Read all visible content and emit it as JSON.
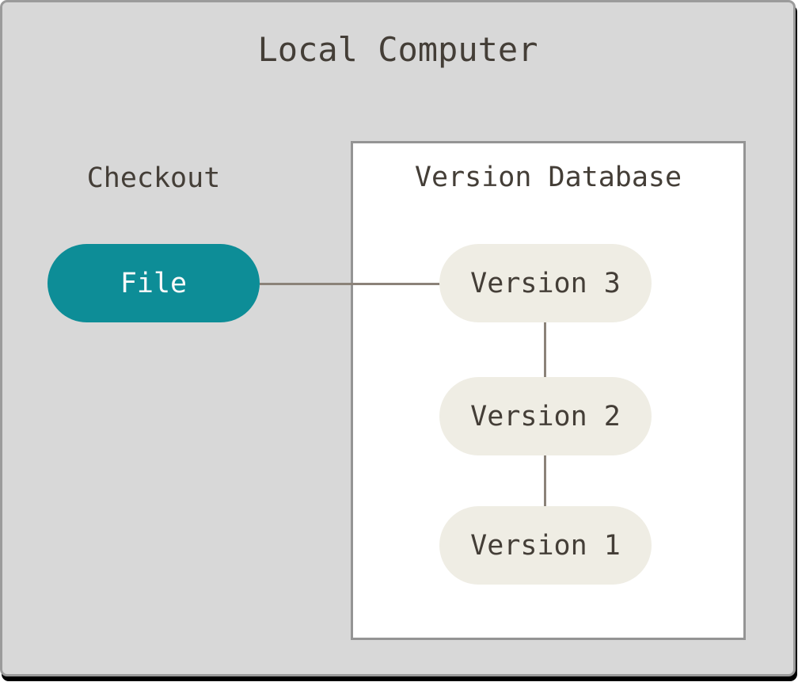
{
  "title": "Local Computer",
  "checkout_label": "Checkout",
  "file_node": {
    "label": "File"
  },
  "version_database": {
    "title": "Version Database",
    "versions": [
      {
        "label": "Version 3"
      },
      {
        "label": "Version 2"
      },
      {
        "label": "Version 1"
      }
    ]
  },
  "colors": {
    "bg_gray": "#d8d8d8",
    "frame_border": "#9b9b9b",
    "shadow_black": "#000000",
    "box_border": "#949494",
    "box_bg": "#ffffff",
    "teal": "#0d8d97",
    "cream": "#efede4",
    "ink": "#443e37",
    "line": "#8b8279",
    "file_text": "#fafafa"
  }
}
